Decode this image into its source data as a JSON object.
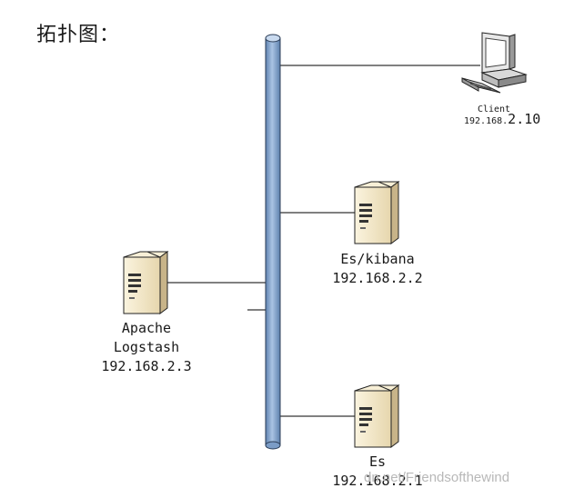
{
  "title": "拓扑图：",
  "nodes": {
    "client": {
      "name": "Client",
      "ip_prefix": "192.168.",
      "ip_suffix": "2.10"
    },
    "es_kibana": {
      "name": "Es/kibana",
      "ip_prefix": "192.168.",
      "ip_suffix": "2.2"
    },
    "apache_logstash": {
      "name_line1": "Apache",
      "name_line2": "Logstash",
      "ip_prefix": "192.168.",
      "ip_suffix": "2.3"
    },
    "es": {
      "name": "Es",
      "ip_prefix": "192.168.",
      "ip_suffix": "2.1"
    }
  },
  "watermark": "dn.net/Friendsofthewind",
  "colors": {
    "bus_fill": "#8fb0d6",
    "bus_stroke": "#2b3d57",
    "server_body": "#f2e6c6",
    "line": "#000000"
  }
}
